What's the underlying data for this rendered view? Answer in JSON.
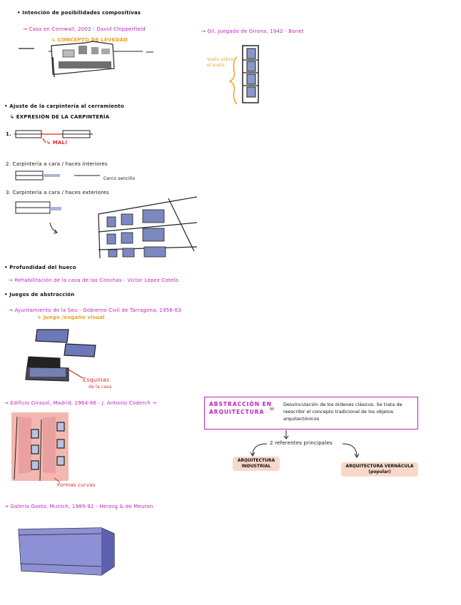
{
  "notes": {
    "s1": {
      "heading": "• Intención de posibilidades compositivas",
      "ref1": "→ Casa en Cornwall, 2002 - David Chipperfield",
      "ref1_sub": "↳ CONCEPTO DE LEVEDAD",
      "ref2": "→ Gil. Juegado de Girona, 1942 - Bonet",
      "ref2_note": "Vuelo sobre el suelo"
    },
    "s2": {
      "heading": "• Ajuste de la carpintería al cerramiento",
      "sub": "↳ EXPRESIÓN DE LA CARPINTERÍA",
      "item1": "1.",
      "item1_note": "↳ MAL!",
      "item2": "2. Carpintería a cara / haces interiores",
      "item2_note": "Cerco sencillo",
      "item3": "3. Carpintería a cara / haces exteriores"
    },
    "s3": {
      "heading": "• Profundidad del hueco",
      "ref": "→ Rehabilitación de la casa de las Conchas - Víctor López Cotelo"
    },
    "s4": {
      "heading": "• Juegos de abstracción",
      "ref": "→ Ayuntamiento de la Seu - Gobierno Civil de Tarragona, 1956-63",
      "sub": "↳ Juego /engaño visual",
      "note": "Esquinas",
      "note2": "de la casa"
    },
    "s5": {
      "ref": "→ Edificio Girasol, Madrid, 1964-66 - J. Antonio Coderch →",
      "note": "Formas curvas",
      "box_title_1": "ABSTRACCIÓN EN",
      "box_title_2": "ARQUITECTURA",
      "box_eq": "=",
      "box_desc": "Desvinculación de los órdenes clásicos. Se trata de reescribir el concepto tradicional de los objetos arquitectónicos",
      "referents": "2 referentes principales",
      "left_pill": "ARQUITECTURA INDUSTRIAL",
      "right_pill": "ARQUITECTURA VERNÁCULA (popular)"
    },
    "s6": {
      "ref": "→ Galería Goetz, Munich, 1989-92 - Herzog & de Meuron"
    }
  }
}
